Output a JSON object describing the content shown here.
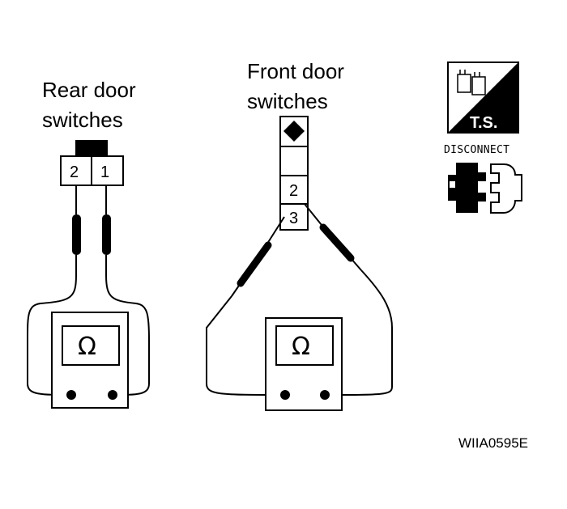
{
  "rear": {
    "title_line1": "Rear door",
    "title_line2": "switches",
    "pins": [
      "2",
      "1"
    ]
  },
  "front": {
    "title_line1": "Front door",
    "title_line2": "switches",
    "pins": [
      "2",
      "3"
    ]
  },
  "meter_symbol": "Ω",
  "ts_badge": "T.S.",
  "disconnect_label": "DISCONNECT",
  "figure_code": "WIIA0595E"
}
